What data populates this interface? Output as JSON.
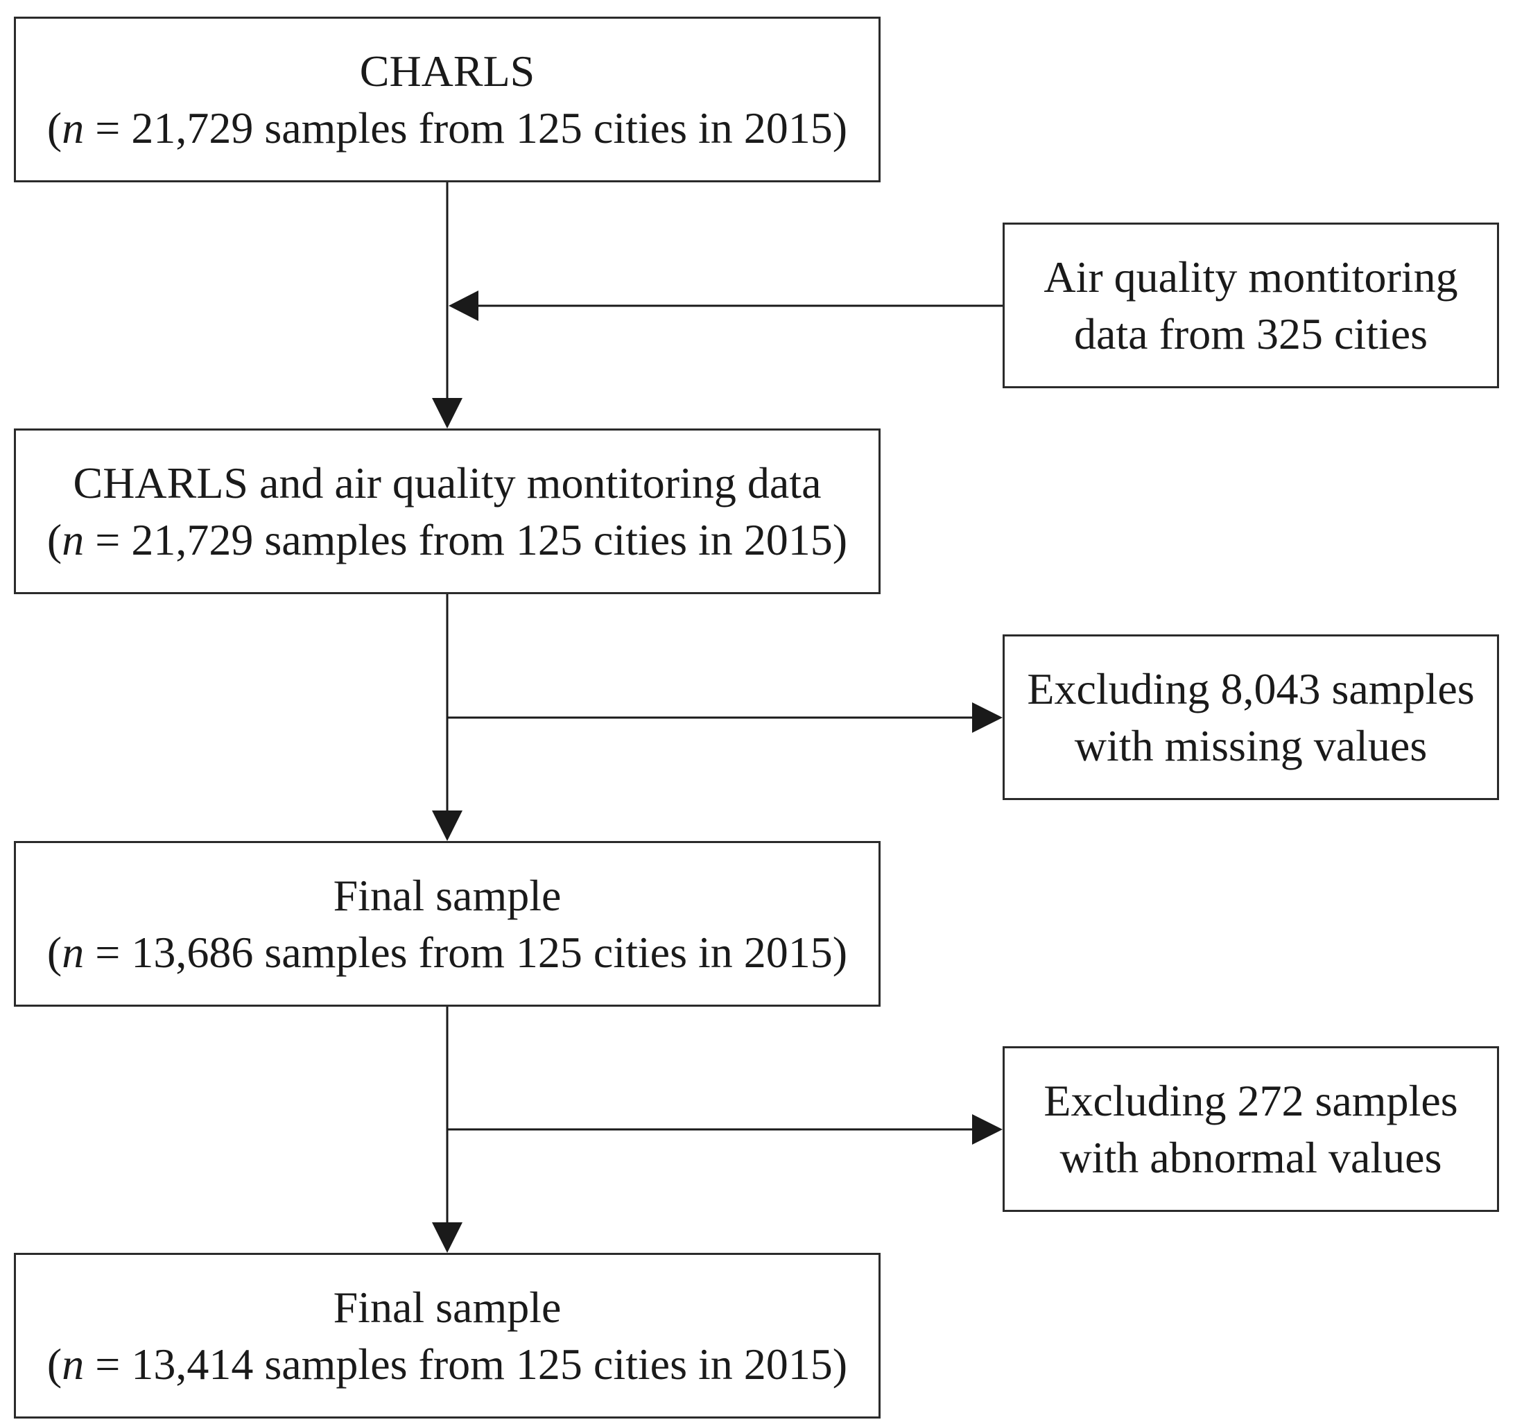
{
  "boxes": {
    "charls": {
      "line1": "CHARLS",
      "n": "n",
      "line2_rest": " = 21,729 samples from 125 cities in 2015)"
    },
    "air_quality": {
      "line1": "Air quality montitoring",
      "line2": "data from 325 cities"
    },
    "merged": {
      "line1": "CHARLS and air quality montitoring data",
      "n": "n",
      "line2_rest": " = 21,729 samples from 125 cities in 2015)"
    },
    "exclude_missing": {
      "line1": "Excluding 8,043 samples",
      "line2": "with missing values"
    },
    "final_1": {
      "line1": "Final sample",
      "n": "n",
      "line2_rest": " = 13,686 samples from 125 cities in 2015)"
    },
    "exclude_abnormal": {
      "line1": "Excluding 272 samples",
      "line2": "with abnormal values"
    },
    "final_2": {
      "line1": "Final sample",
      "n": "n",
      "line2_rest": " = 13,414 samples from 125 cities in 2015)"
    }
  },
  "open_paren": "(",
  "colors": {
    "line": "#1a1a1a",
    "text": "#1a1a1a",
    "border": "#2b2b2b"
  }
}
